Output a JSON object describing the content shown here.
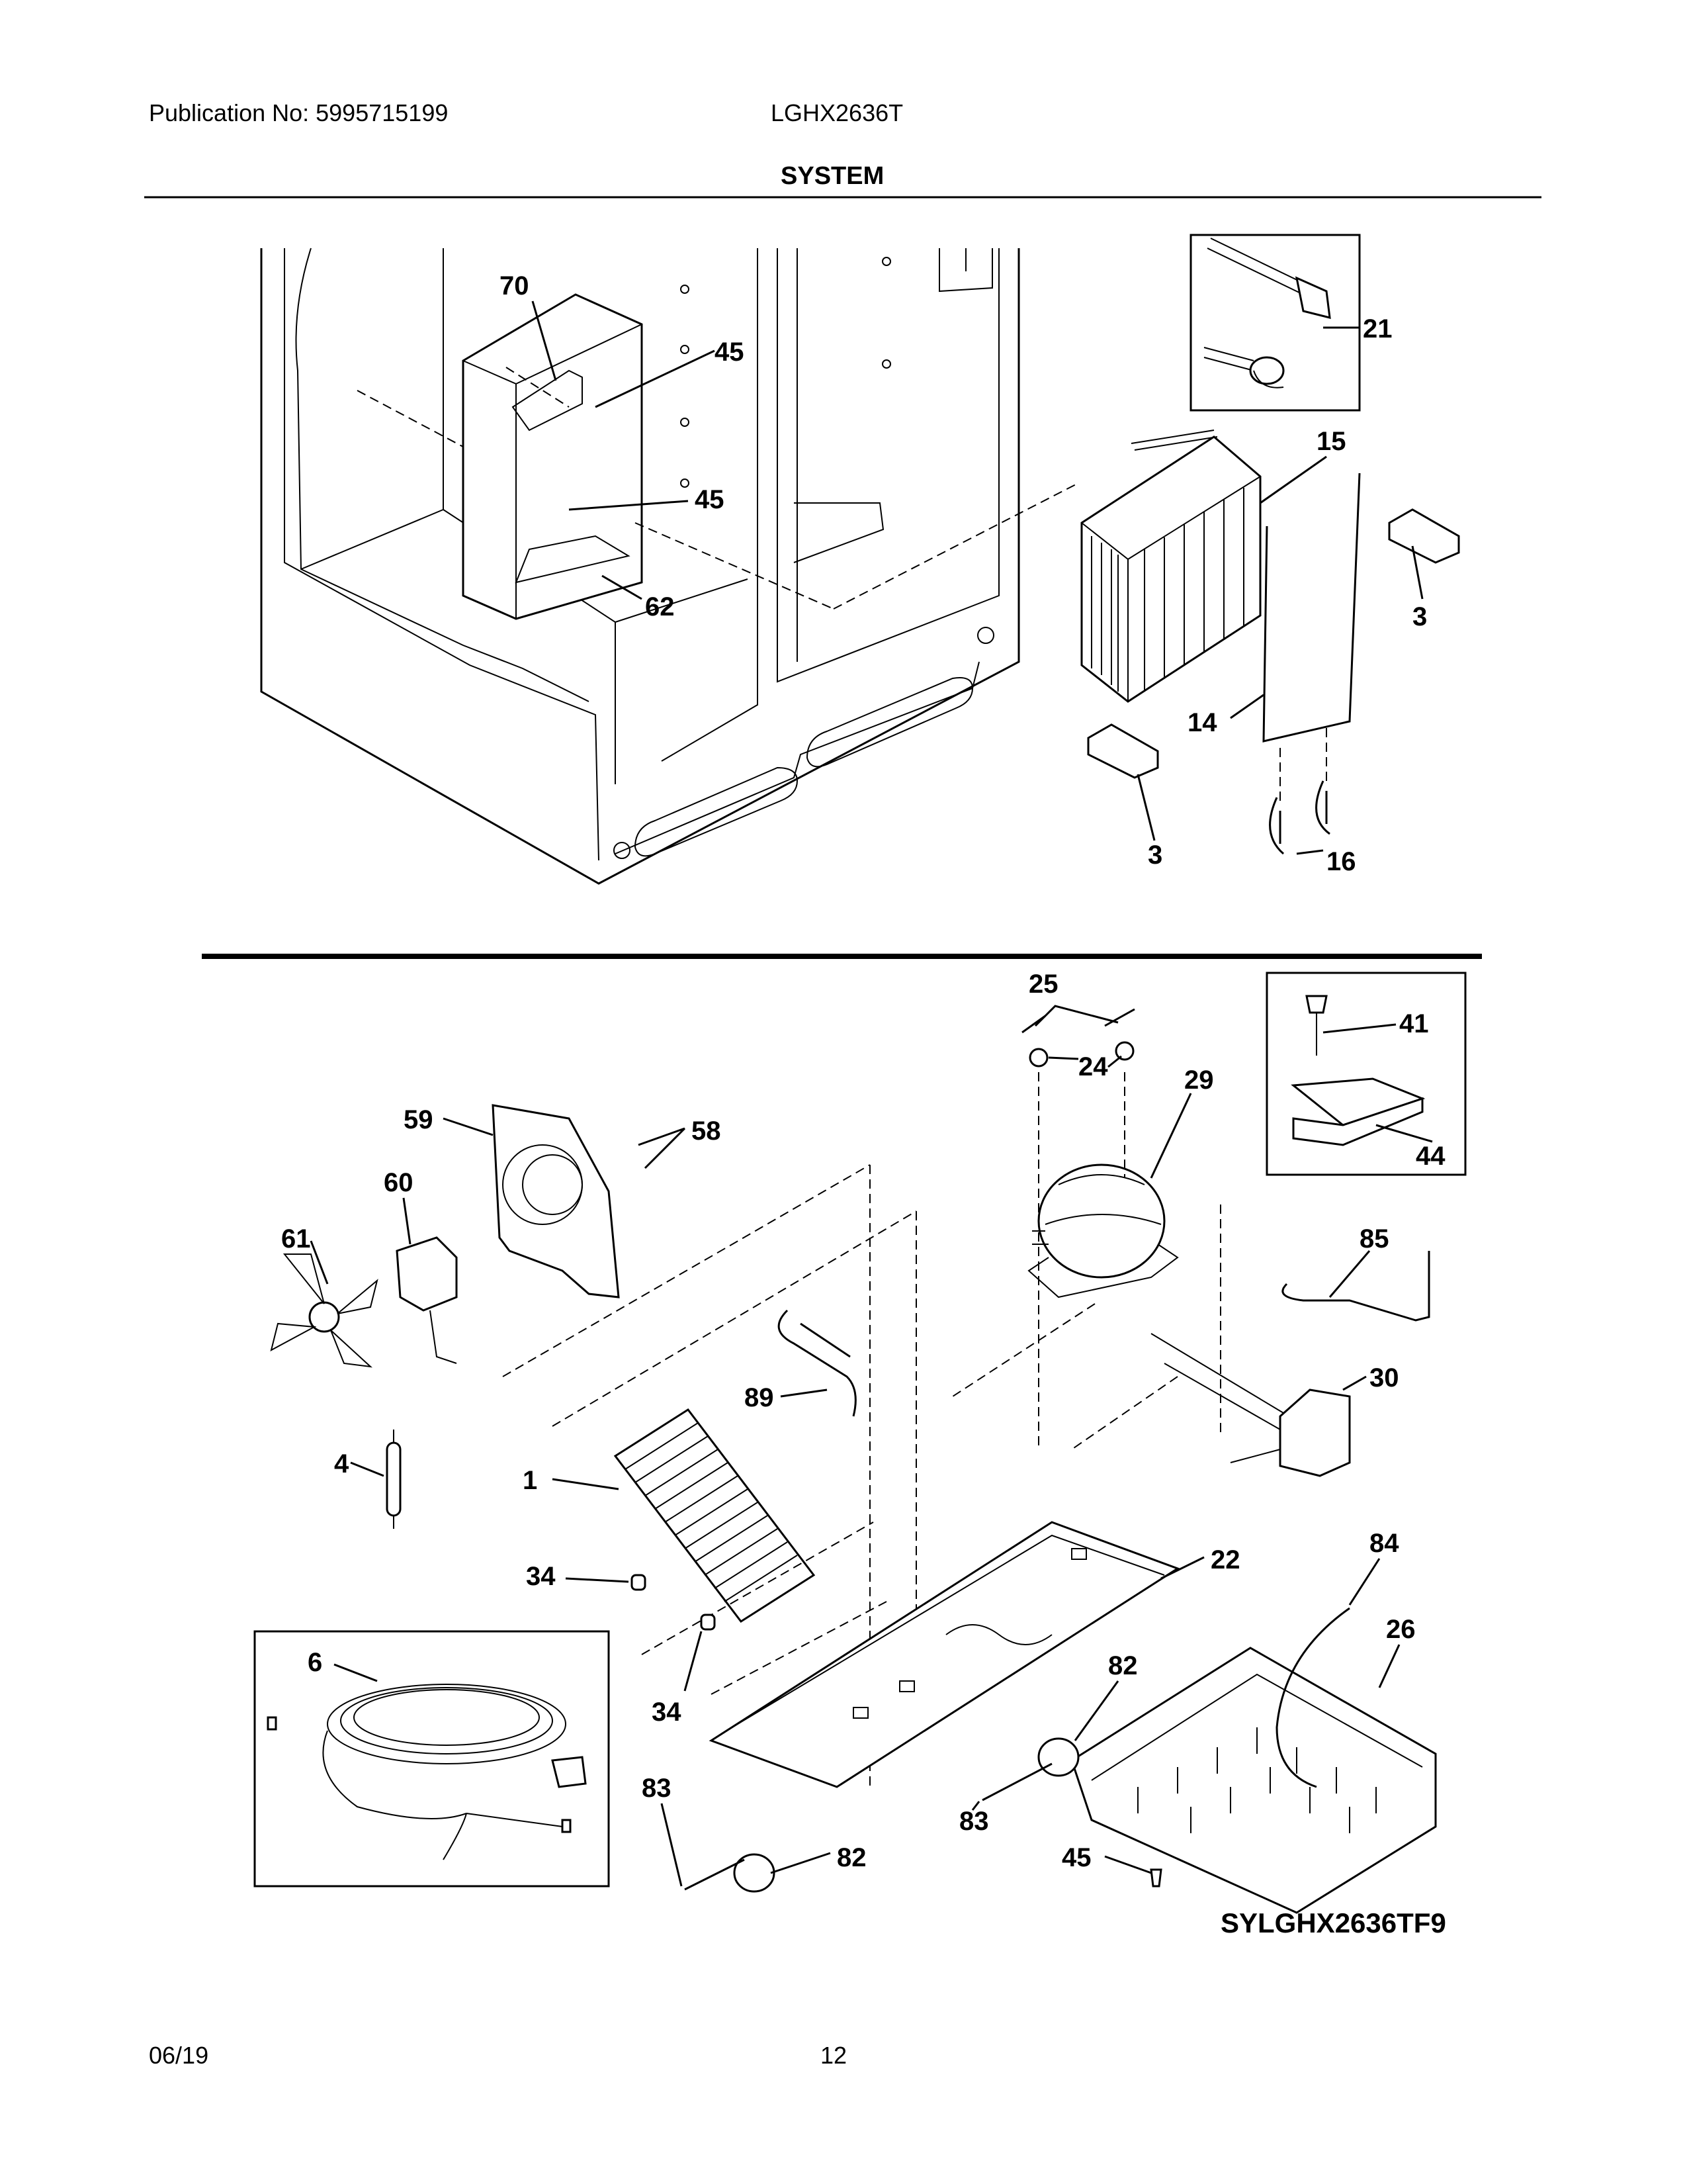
{
  "header": {
    "publication": "Publication No: 5995715199",
    "model": "LGHX2636T",
    "section_title": "SYSTEM"
  },
  "footer": {
    "date": "06/19",
    "page": "12"
  },
  "diagram_code": "SYLGHX2636TF9",
  "callouts": {
    "c70": "70",
    "c45a": "45",
    "c45b": "45",
    "c62": "62",
    "c21": "21",
    "c15": "15",
    "c3a": "3",
    "c14": "14",
    "c3b": "3",
    "c16": "16",
    "c25": "25",
    "c41": "41",
    "c24": "24",
    "c29": "29",
    "c44": "44",
    "c59": "59",
    "c58": "58",
    "c60": "60",
    "c61": "61",
    "c85": "85",
    "c30": "30",
    "c89": "89",
    "c4": "4",
    "c1": "1",
    "c34a": "34",
    "c22": "22",
    "c84": "84",
    "c6": "6",
    "c26": "26",
    "c34b": "34",
    "c82a": "82",
    "c83a": "83",
    "c83b": "83",
    "c82b": "82",
    "c45c": "45"
  }
}
